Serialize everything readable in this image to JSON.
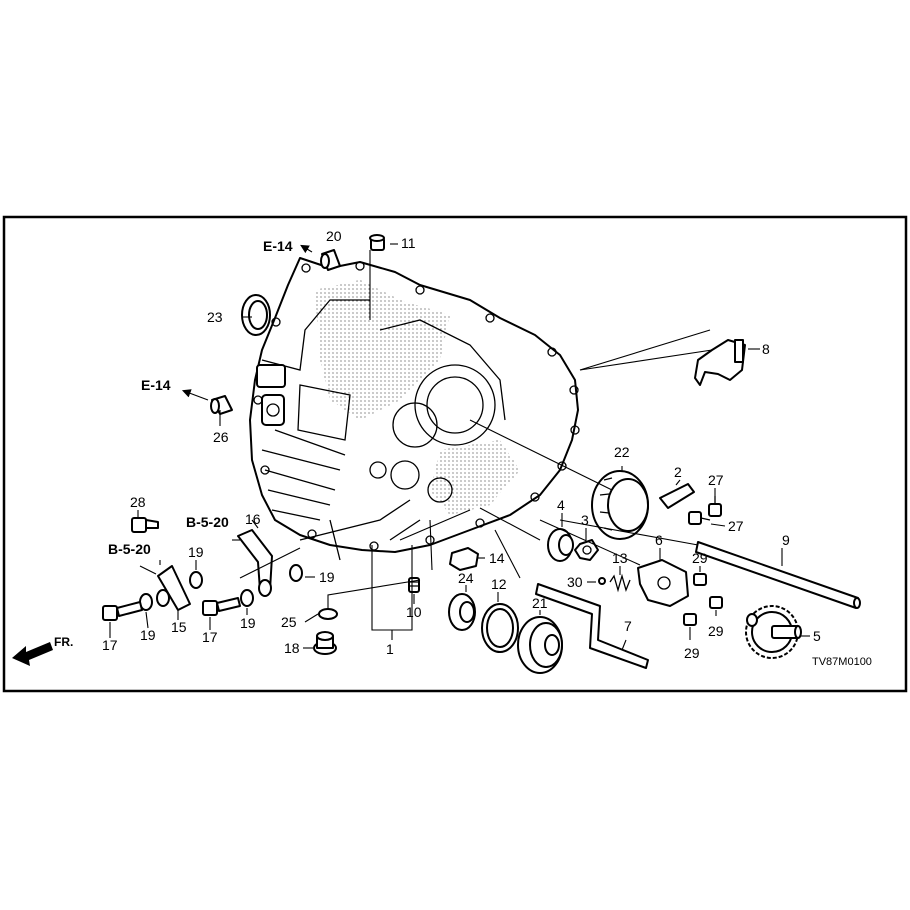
{
  "diagram": {
    "code": "TV87M0100",
    "front_label": "FR.",
    "refs": {
      "e14_top": "E-14",
      "e14_left": "E-14",
      "b520_upper": "B-5-20",
      "b520_lower": "B-5-20"
    },
    "parts": {
      "p1": "1",
      "p2": "2",
      "p3": "3",
      "p4": "4",
      "p5": "5",
      "p6": "6",
      "p7": "7",
      "p8": "8",
      "p9": "9",
      "p10": "10",
      "p11": "11",
      "p12": "12",
      "p13": "13",
      "p14": "14",
      "p15": "15",
      "p16": "16",
      "p17a": "17",
      "p17b": "17",
      "p18": "18",
      "p19a": "19",
      "p19b": "19",
      "p19c": "19",
      "p19d": "19",
      "p20": "20",
      "p21": "21",
      "p22": "22",
      "p23": "23",
      "p24": "24",
      "p25": "25",
      "p26": "26",
      "p27a": "27",
      "p27b": "27",
      "p28": "28",
      "p29a": "29",
      "p29b": "29",
      "p29c": "29",
      "p30": "30"
    }
  }
}
